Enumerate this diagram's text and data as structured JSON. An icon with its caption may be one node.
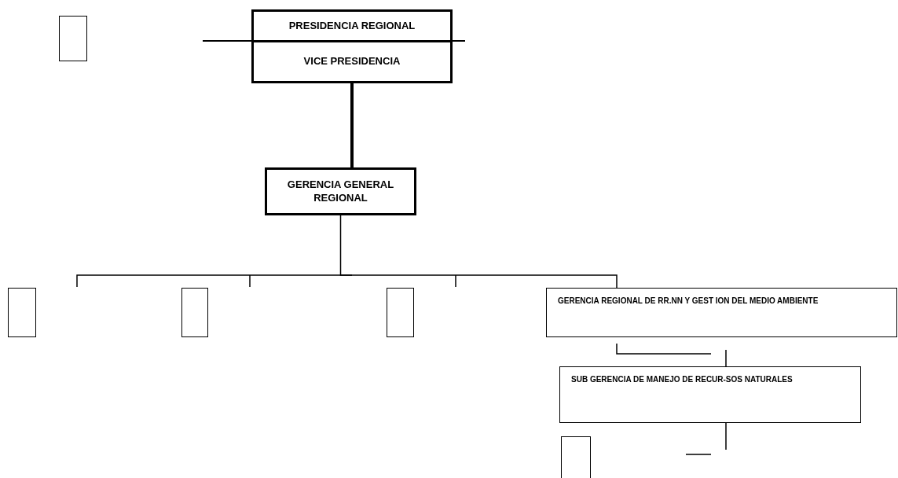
{
  "diagram": {
    "nodes": [
      {
        "text": [],
        "shape": "box"
      },
      {
        "text": [
          "PRESIDENCIA REGIONAL"
        ]
      },
      {
        "text": [
          "VICE PRESIDENCIA"
        ]
      },
      {
        "text": [
          "GERENCIA GENERAL REGIONAL"
        ]
      },
      {
        "text": [],
        "shape": "box"
      },
      {
        "text": [],
        "shape": "box"
      },
      {
        "text": [],
        "shape": "box"
      },
      {
        "text": [
          "GERENCIA REGIONAL DE RR.NN Y GEST ION DEL MEDIO AMBIENTE"
        ]
      },
      {
        "text": [
          "SUB GERENCIA DE MANEJO DE RECUR-SOS NATURALES"
        ]
      },
      {
        "text": [],
        "shape": "box"
      }
    ],
    "edges": [
      {
        "from": 2,
        "to": 3,
        "arrow": "none",
        "style": "thick"
      },
      {
        "from": 3,
        "to": 7,
        "arrow": "none"
      }
    ]
  }
}
